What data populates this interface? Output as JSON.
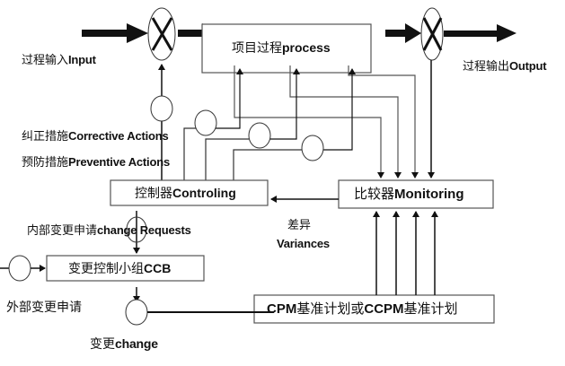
{
  "diagram": {
    "nodes": {
      "process": {
        "zh": "项目过程",
        "en": "process"
      },
      "controller": {
        "zh": "控制器",
        "en": "Controling"
      },
      "monitor": {
        "zh": "比较器",
        "en": "Monitoring"
      },
      "ccb": {
        "zh": "变更控制小组",
        "en": "CCB"
      },
      "baseline": {
        "part1_en": "CPM",
        "part1_zh": "基准计划或",
        "part2_en": "CCPM",
        "part2_zh": "基准计划"
      }
    },
    "labels": {
      "input": {
        "zh": "过程输入",
        "en": "Input"
      },
      "output": {
        "zh": "过程输出",
        "en": "Output"
      },
      "corrective": {
        "zh": "纠正措施",
        "en": "Corrective Actions"
      },
      "preventive": {
        "zh": "预防措施",
        "en": "Preventive Actions"
      },
      "internal_change": {
        "zh": "内部变更申请",
        "en": "change Requests"
      },
      "external_change": {
        "zh": "外部变更申请"
      },
      "variances": {
        "zh": "差异",
        "en": "Variances"
      },
      "change": {
        "zh": "变更",
        "en": "change"
      }
    },
    "symbols": {
      "input_junction": "multiplier-x",
      "output_junction": "multiplier-x"
    }
  }
}
